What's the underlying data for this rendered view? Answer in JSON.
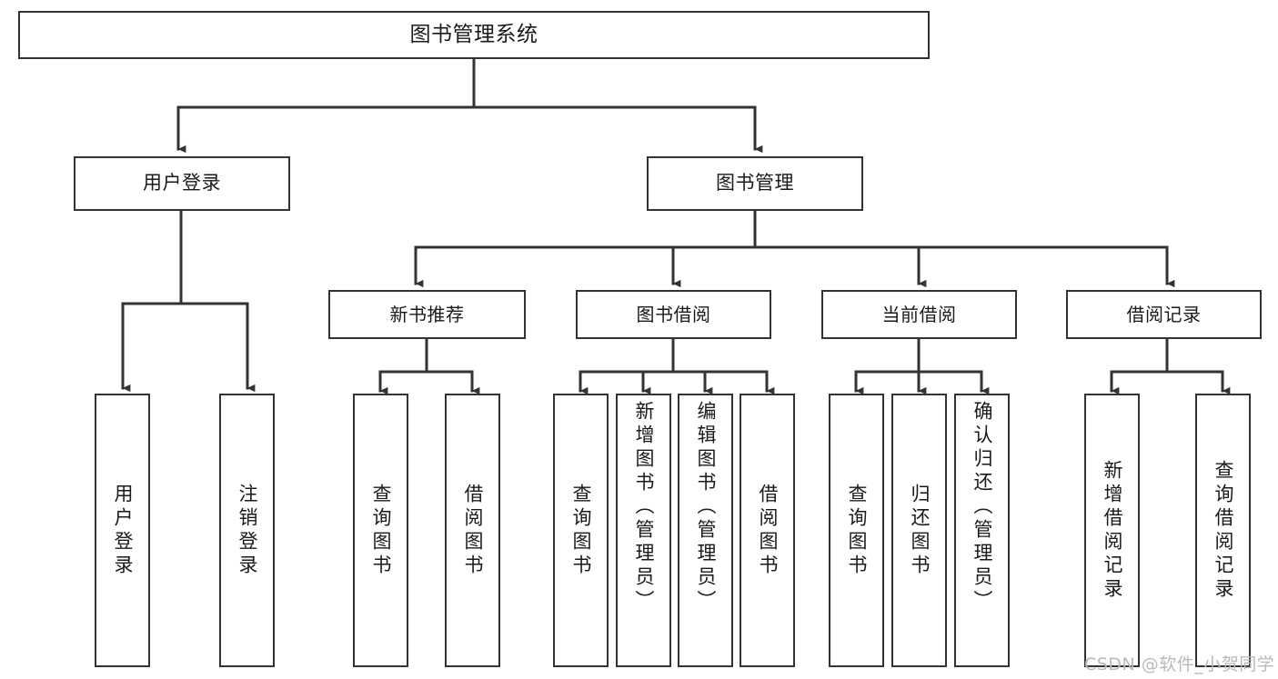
{
  "diagram": {
    "type": "tree-hierarchy-chart",
    "title": "图书管理系统",
    "watermark": "CSDN @软件_小贺同学",
    "colors": {
      "background": "#ffffff",
      "node_border": "#333333",
      "node_fill": "#ffffff",
      "connector": "#333333",
      "text": "#1a1a1a",
      "watermark": "#b9b9b9"
    },
    "root": {
      "label": "图书管理系统"
    },
    "level1": [
      {
        "label": "用户登录"
      },
      {
        "label": "图书管理"
      }
    ],
    "level2": [
      {
        "label": "新书推荐"
      },
      {
        "label": "图书借阅"
      },
      {
        "label": "当前借阅"
      },
      {
        "label": "借阅记录"
      }
    ],
    "leaves": {
      "user_login": [
        {
          "label": "用户登录"
        },
        {
          "label": "注销登录"
        }
      ],
      "new_book_recommend": [
        {
          "label": "查询图书"
        },
        {
          "label": "借阅图书"
        }
      ],
      "book_borrow": [
        {
          "label": "查询图书"
        },
        {
          "label": "新增图书（管理员）"
        },
        {
          "label": "编辑图书（管理员）"
        },
        {
          "label": "借阅图书"
        }
      ],
      "current_borrow": [
        {
          "label": "查询图书"
        },
        {
          "label": "归还图书"
        },
        {
          "label": "确认归还（管理员）"
        }
      ],
      "borrow_record": [
        {
          "label": "新增借阅记录"
        },
        {
          "label": "查询借阅记录"
        }
      ]
    }
  }
}
